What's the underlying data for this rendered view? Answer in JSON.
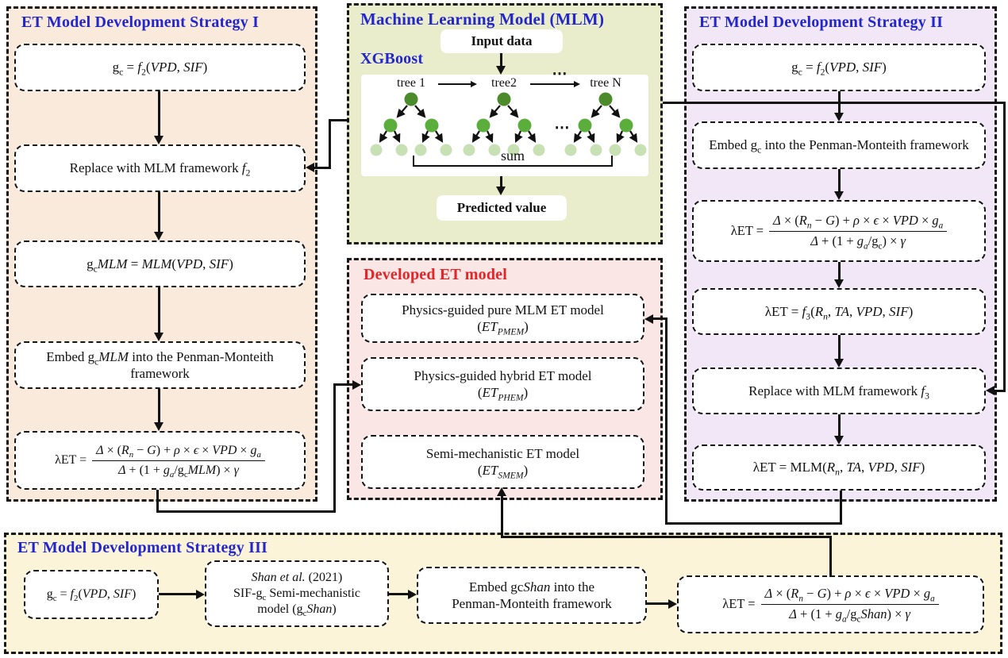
{
  "colors": {
    "strategy1_bg": "#faeadc",
    "mlm_bg": "#e9edcb",
    "strategy2_bg": "#f2e7f7",
    "developed_bg": "#fbe6e6",
    "strategy3_bg": "#fcf4d9",
    "title_blue": "#2326cc",
    "title_red": "#e32528",
    "tree_root": "#4b8b2b",
    "tree_mid": "#5cae3c",
    "tree_leaf": "#c7e0b4"
  },
  "strategy1": {
    "title": "ET Model Development Strategy I",
    "boxes": {
      "b1": "g<sub>c</sub> = <i>f</i><sub>2</sub>(<i>VPD</i>, <i>SIF</i>)",
      "b2": "Replace with MLM framework <i>f</i><sub>2</sub>",
      "b3": "g<sub>c</sub><i>MLM</i> = <i>MLM</i>(<i>VPD</i>, <i>SIF</i>)",
      "b4": "Embed g<sub>c</sub><i>MLM</i> into the Penman-Monteith framework",
      "b5_lhs": "λET =",
      "b5_num": "<i>Δ</i> × (<i>R<sub>n</sub></i> − <i>G</i>) + <i>ρ</i> × <i>ϵ</i> × <i>VPD</i> × <i>g<sub>a</sub></i>",
      "b5_den": "<i>Δ</i> + (1 + <i>g<sub>a</sub></i>/g<sub>c</sub><i>MLM</i>) × <i>γ</i>"
    }
  },
  "mlm": {
    "title": "Machine Learning Model (MLM)",
    "algorithm": "XGBoost",
    "input_label": "Input data",
    "output_label": "Predicted value",
    "tree1_label": "tree 1",
    "tree2_label": "tree2",
    "treeN_label": "tree N",
    "dots_top": "⋯",
    "dots_mid": "⋯",
    "sum_label": "sum"
  },
  "strategy2": {
    "title": "ET Model Development Strategy II",
    "boxes": {
      "b1": "g<sub>c</sub> = <i>f</i><sub>2</sub>(<i>VPD</i>, <i>SIF</i>)",
      "b2": "Embed g<sub>c</sub> into the Penman-Monteith framework",
      "b3_lhs": "λET =",
      "b3_num": "<i>Δ</i> × (<i>R<sub>n</sub></i> − <i>G</i>) + <i>ρ</i> × <i>ϵ</i> × <i>VPD</i> × <i>g<sub>a</sub></i>",
      "b3_den": "<i>Δ</i> + (1 + <i>g<sub>a</sub></i>/g<sub>c</sub>) × <i>γ</i>",
      "b4": "λET = <i>f</i><sub>3</sub>(<i>R<sub>n</sub></i>, <i>TA</i>, <i>VPD</i>, <i>SIF</i>)",
      "b5": "Replace with MLM framework <i>f</i><sub>3</sub>",
      "b6": "λET = MLM(<i>R<sub>n</sub></i>, <i>TA</i>, <i>VPD</i>, <i>SIF</i>)"
    }
  },
  "developed": {
    "title": "Developed ET model",
    "boxes": {
      "d1_line1": "Physics-guided pure MLM ET model",
      "d1_line2": "(<i>ET<sub>PMEM</sub></i>)",
      "d2_line1": "Physics-guided hybrid ET model",
      "d2_line2": "(<i>ET<sub>PHEM</sub></i>)",
      "d3_line1": "Semi-mechanistic ET model",
      "d3_line2": "(<i>ET<sub>SMEM</sub></i>)"
    }
  },
  "strategy3": {
    "title": "ET Model Development Strategy III",
    "boxes": {
      "b1": "g<sub>c</sub> = <i>f</i><sub>2</sub>(<i>VPD</i>, <i>SIF</i>)",
      "b2_line1": "<i>Shan et al.</i> (2021)",
      "b2_line2": "SIF-g<sub>c</sub> Semi-mechanistic",
      "b2_line3": "model (g<sub>c</sub><i>Shan</i>)",
      "b3_line1": "Embed gc<i>Shan</i> into the",
      "b3_line2": "Penman-Monteith framework",
      "b4_lhs": "λET =",
      "b4_num": "<i>Δ</i> × (<i>R<sub>n</sub></i> − <i>G</i>) + <i>ρ</i> × <i>ϵ</i> × <i>VPD</i> × <i>g<sub>a</sub></i>",
      "b4_den": "<i>Δ</i> + (1 + <i>g<sub>a</sub></i>/g<sub>c</sub><i>Shan</i>) × <i>γ</i>"
    }
  }
}
